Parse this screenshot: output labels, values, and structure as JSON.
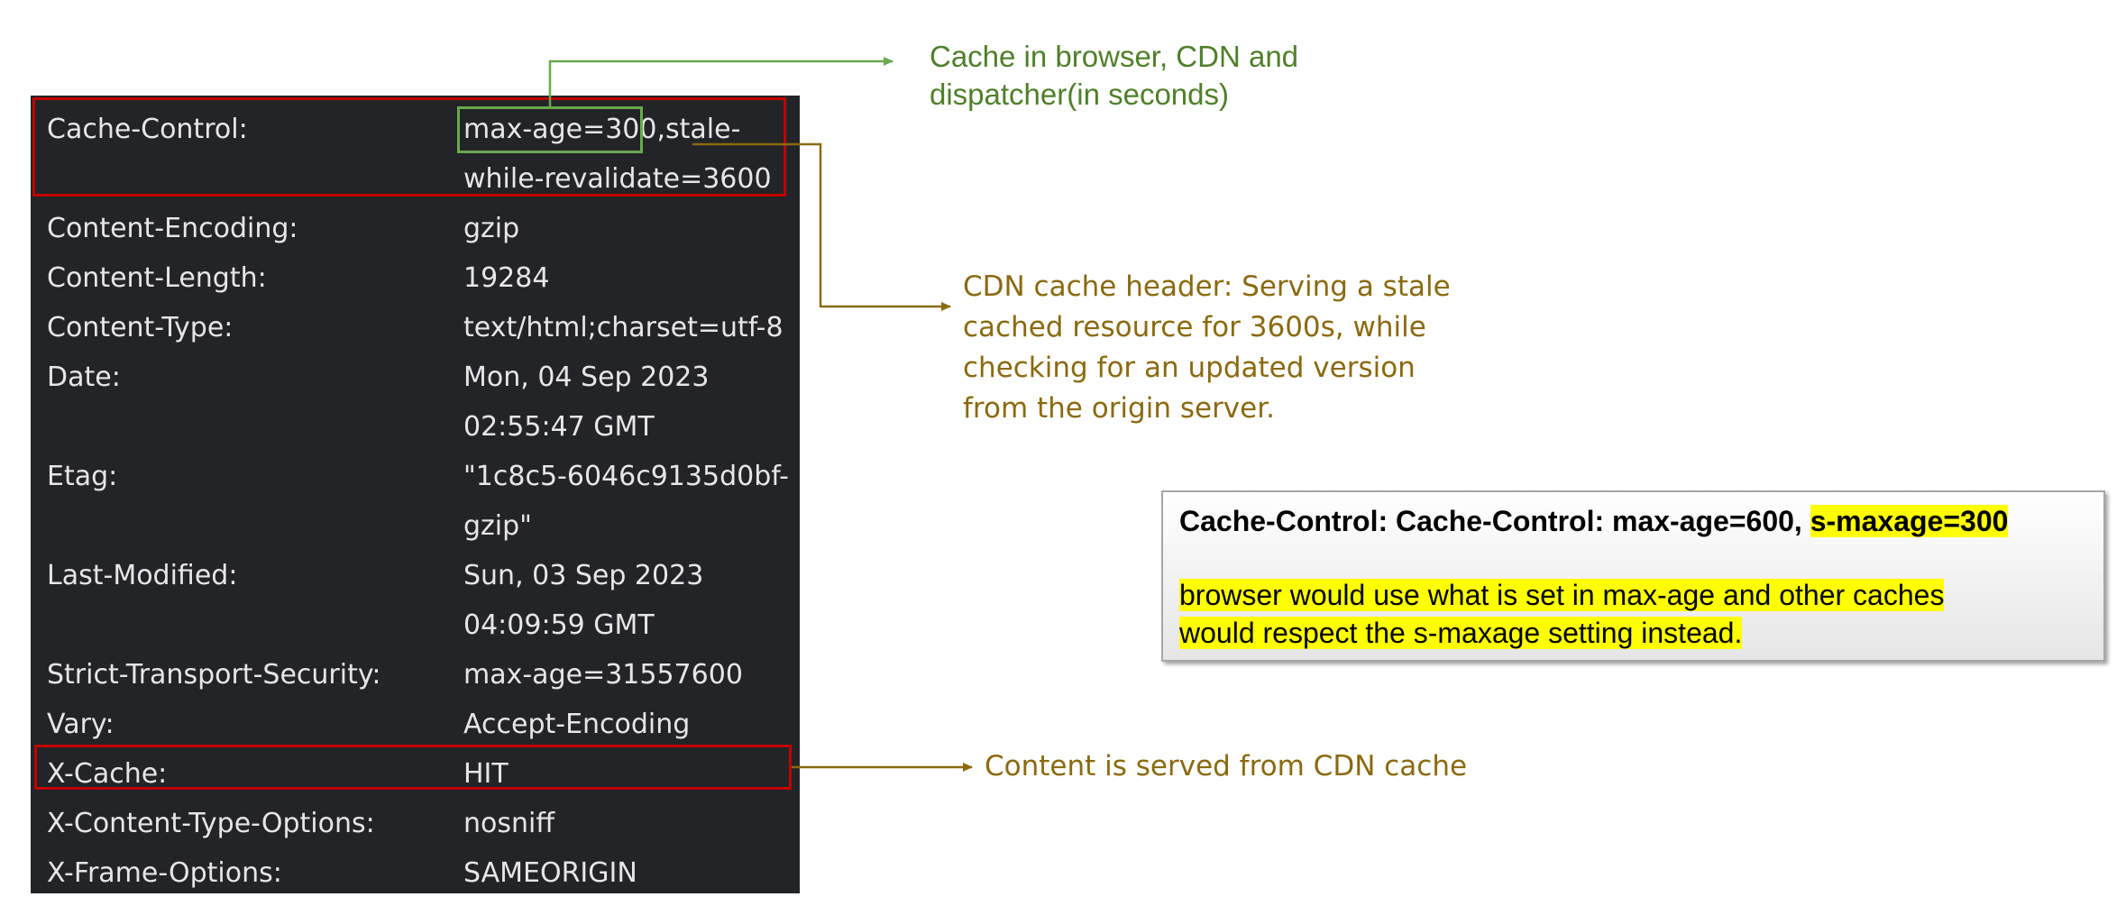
{
  "headers": [
    {
      "key": "Cache-Control:",
      "value_lines": [
        "max-age=300,stale-",
        "while-revalidate=3600"
      ]
    },
    {
      "key": "Content-Encoding:",
      "value_lines": [
        "gzip"
      ]
    },
    {
      "key": "Content-Length:",
      "value_lines": [
        "19284"
      ]
    },
    {
      "key": "Content-Type:",
      "value_lines": [
        "text/html;charset=utf-8"
      ]
    },
    {
      "key": "Date:",
      "value_lines": [
        "Mon, 04 Sep 2023",
        "02:55:47 GMT"
      ]
    },
    {
      "key": "Etag:",
      "value_lines": [
        "\"1c8c5-6046c9135d0bf-",
        "gzip\""
      ]
    },
    {
      "key": "Last-Modified:",
      "value_lines": [
        "Sun, 03 Sep 2023",
        "04:09:59 GMT"
      ]
    },
    {
      "key": "Strict-Transport-Security:",
      "value_lines": [
        "max-age=31557600"
      ]
    },
    {
      "key": "Vary:",
      "value_lines": [
        "Accept-Encoding"
      ]
    },
    {
      "key": "X-Cache:",
      "value_lines": [
        "HIT"
      ]
    },
    {
      "key": "X-Content-Type-Options:",
      "value_lines": [
        "nosniff"
      ]
    },
    {
      "key": "X-Frame-Options:",
      "value_lines": [
        "SAMEORIGIN"
      ]
    }
  ],
  "cache_control_first_part": "max-age=300",
  "cache_control_rest": ",stale-",
  "annotations": {
    "browser_cdn": [
      "Cache in browser, CDN and",
      "dispatcher(in seconds)"
    ],
    "stale": [
      "CDN cache header: Serving a stale",
      "cached resource for 3600s, while",
      "checking for an updated version",
      "from the origin server."
    ],
    "xcache": "Content is served from CDN cache"
  },
  "info_box": {
    "title_plain": "Cache-Control: Cache-Control: max-age=600, ",
    "title_highlight": "s-maxage=300",
    "body_lines": [
      "browser would use what is set in max-age and other caches ",
      "would respect the s-maxage setting instead."
    ]
  },
  "colors": {
    "panel_bg": "#232427",
    "panel_text": "#e6e6e6",
    "red_box": "#c00000",
    "green_box": "#6aa84f",
    "green_text": "#4f7f2a",
    "brown_text": "#8a6a10",
    "highlight": "#ffff00"
  }
}
